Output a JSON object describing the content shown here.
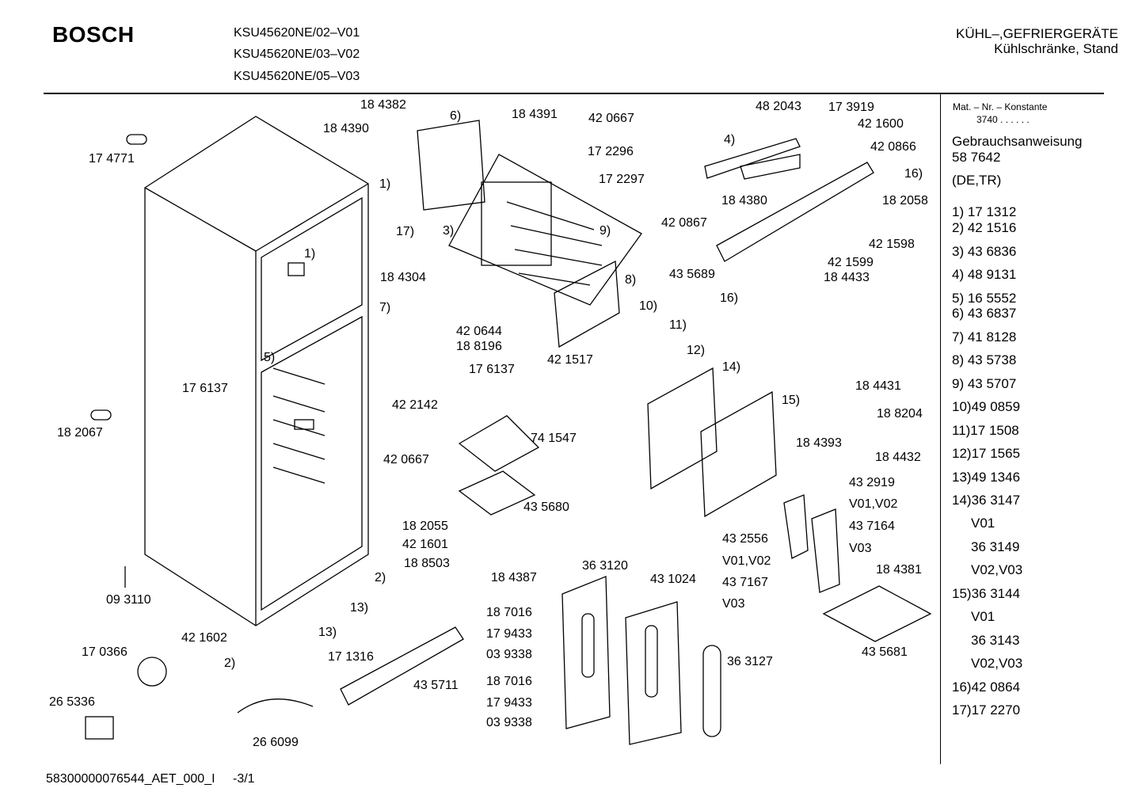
{
  "header": {
    "brand": "BOSCH",
    "models": [
      "KSU45620NE/02–V01",
      "KSU45620NE/03–V02",
      "KSU45620NE/05–V03"
    ],
    "category": "KÜHL–,GEFRIERGERÄTE",
    "subcategory": "Kühlschränke, Stand"
  },
  "sidebar": {
    "mat_label": "Mat. – Nr. – Konstante",
    "mat_value": "3740  .  .   .  .  .  .",
    "manual_label": "Gebrauchsanweisung",
    "manual_number": "58 7642",
    "manual_lang": "(DE,TR)",
    "items": [
      "1)  17 1312",
      "2)  42 1516",
      "3)  43 6836",
      "4)  48 9131",
      "5)  16 5552",
      "6)  43 6837",
      "7)  41 8128",
      "8)  43 5738",
      "9)  43 5707",
      "10)49 0859",
      "11)17 1508",
      "12)17 1565",
      "13)49 1346",
      "14)36 3147",
      "V01",
      "36 3149",
      "V02,V03",
      "15)36 3144",
      "V01",
      "36 3143",
      "V02,V03",
      "16)42 0864",
      "17)17 2270"
    ]
  },
  "parts": [
    "18 4382",
    "6)",
    "18 4391",
    "42 0667",
    "18 4390",
    "17 2296",
    "17 2297",
    "17 4771",
    "1)",
    "3)",
    "9)",
    "17)",
    "18 4304",
    "8)",
    "48 2043",
    "17 3919",
    "42 1600",
    "4)",
    "42 0866",
    "16)",
    "18 4380",
    "18 2058",
    "42 0867",
    "42 1598",
    "42 1599",
    "43 5689",
    "18 4433",
    "16)",
    "1)",
    "7)",
    "42 0644",
    "18 8196",
    "17 6137",
    "10)",
    "11)",
    "12)",
    "14)",
    "42 1517",
    "17 6137",
    "5)",
    "42 2142",
    "18 4431",
    "15)",
    "18 8204",
    "18 2067",
    "74 1547",
    "18 4393",
    "18 4432",
    "42 0667",
    "43 5680",
    "43 2919",
    "V01,V02",
    "43 7164",
    "V03",
    "18 2055",
    "42 1601",
    "18 8503",
    "43 2556",
    "V01,V02",
    "43 7167",
    "V03",
    "2)",
    "18 4387",
    "36 3120",
    "43 1024",
    "18 4381",
    "09 3110",
    "13)",
    "13)",
    "18 7016",
    "17 9433",
    "03 9338",
    "43 5681",
    "42 1602",
    "17 0366",
    "2)",
    "17 1316",
    "36 3127",
    "18 7016",
    "43 5711",
    "17 9433",
    "26 5336",
    "03 9338",
    "26 6099"
  ],
  "footer": {
    "code": "58300000076544_AET_000_I",
    "page": "-3/1"
  }
}
